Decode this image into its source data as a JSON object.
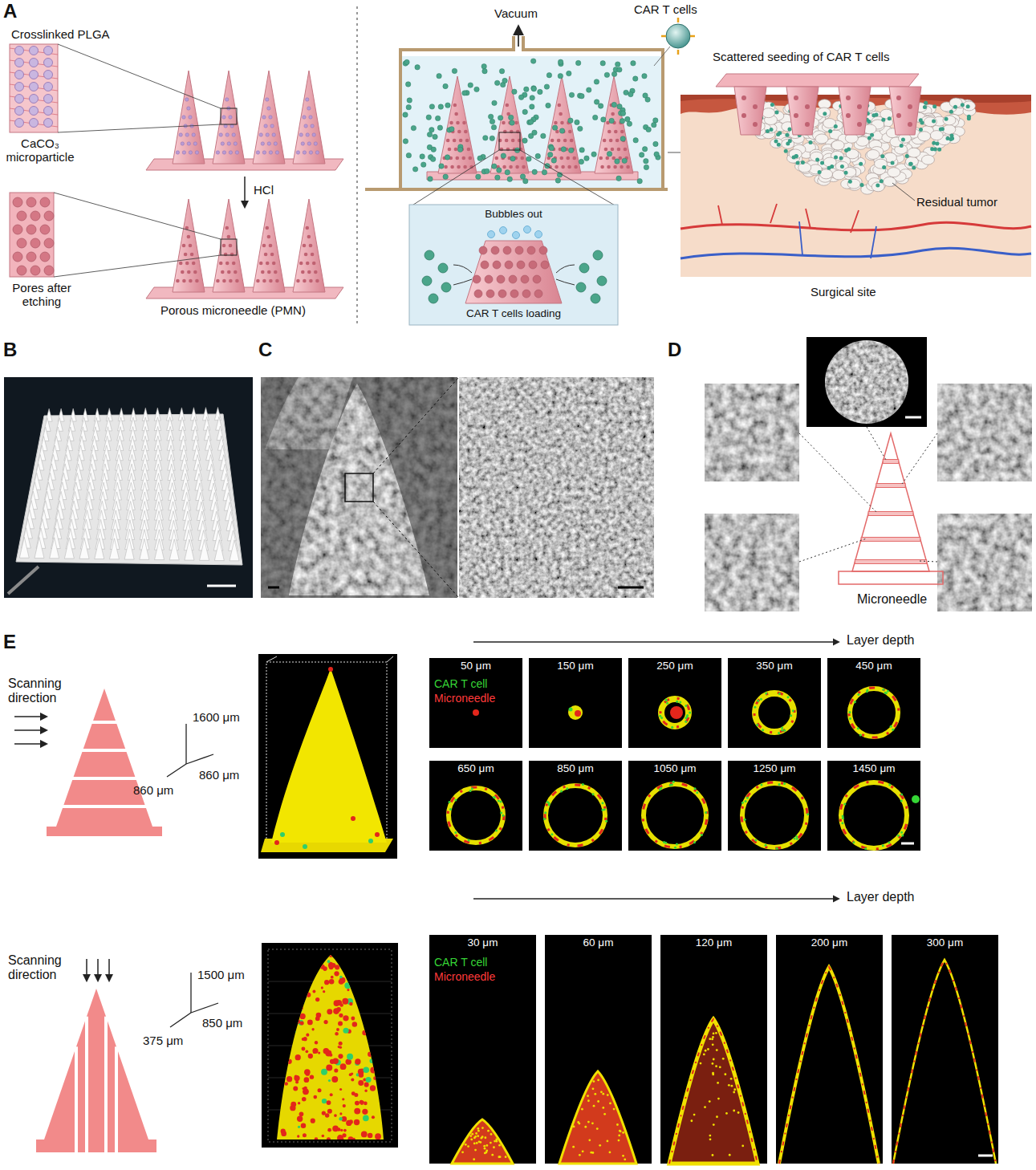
{
  "diagram": {
    "nodes": [
      {
        "text": [
          "Bubbles out",
          "CAR T cells loading"
        ]
      },
      {
        "text": [
          "50 μm",
          "CAR T cell",
          "Microneedle"
        ]
      },
      {
        "text": [
          "150 μm"
        ]
      },
      {
        "text": [
          "250 μm"
        ]
      },
      {
        "text": [
          "350 μm"
        ]
      },
      {
        "text": [
          "450 μm"
        ]
      },
      {
        "text": [
          "650 μm"
        ]
      },
      {
        "text": [
          "850 μm"
        ]
      },
      {
        "text": [
          "1050 μm"
        ]
      },
      {
        "text": [
          "1250 μm"
        ]
      },
      {
        "text": [
          "1450 μm"
        ]
      },
      {
        "text": [
          "30 μm",
          "CAR T cell",
          "Microneedle"
        ]
      },
      {
        "text": [
          "60 μm"
        ]
      },
      {
        "text": [
          "120 μm"
        ]
      },
      {
        "text": [
          "200 μm"
        ]
      },
      {
        "text": [
          "300 μm"
        ]
      }
    ],
    "labels": [
      "A",
      "B",
      "C",
      "D",
      "E",
      "Crosslinked PLGA",
      "CaCO₃ microparticle",
      "HCl",
      "Pores after etching",
      "Porous microneedle (PMN)",
      "Vacuum",
      "CAR T cells",
      "Scattered seeding of CAR T cells",
      "Residual tumor",
      "Surgical site",
      "Microneedle",
      "Scanning direction",
      "1600 μm",
      "860 μm",
      "860 μm",
      "Layer depth",
      "Scanning direction",
      "1500 μm",
      "850 μm",
      "375 μm",
      "Layer depth"
    ]
  }
}
